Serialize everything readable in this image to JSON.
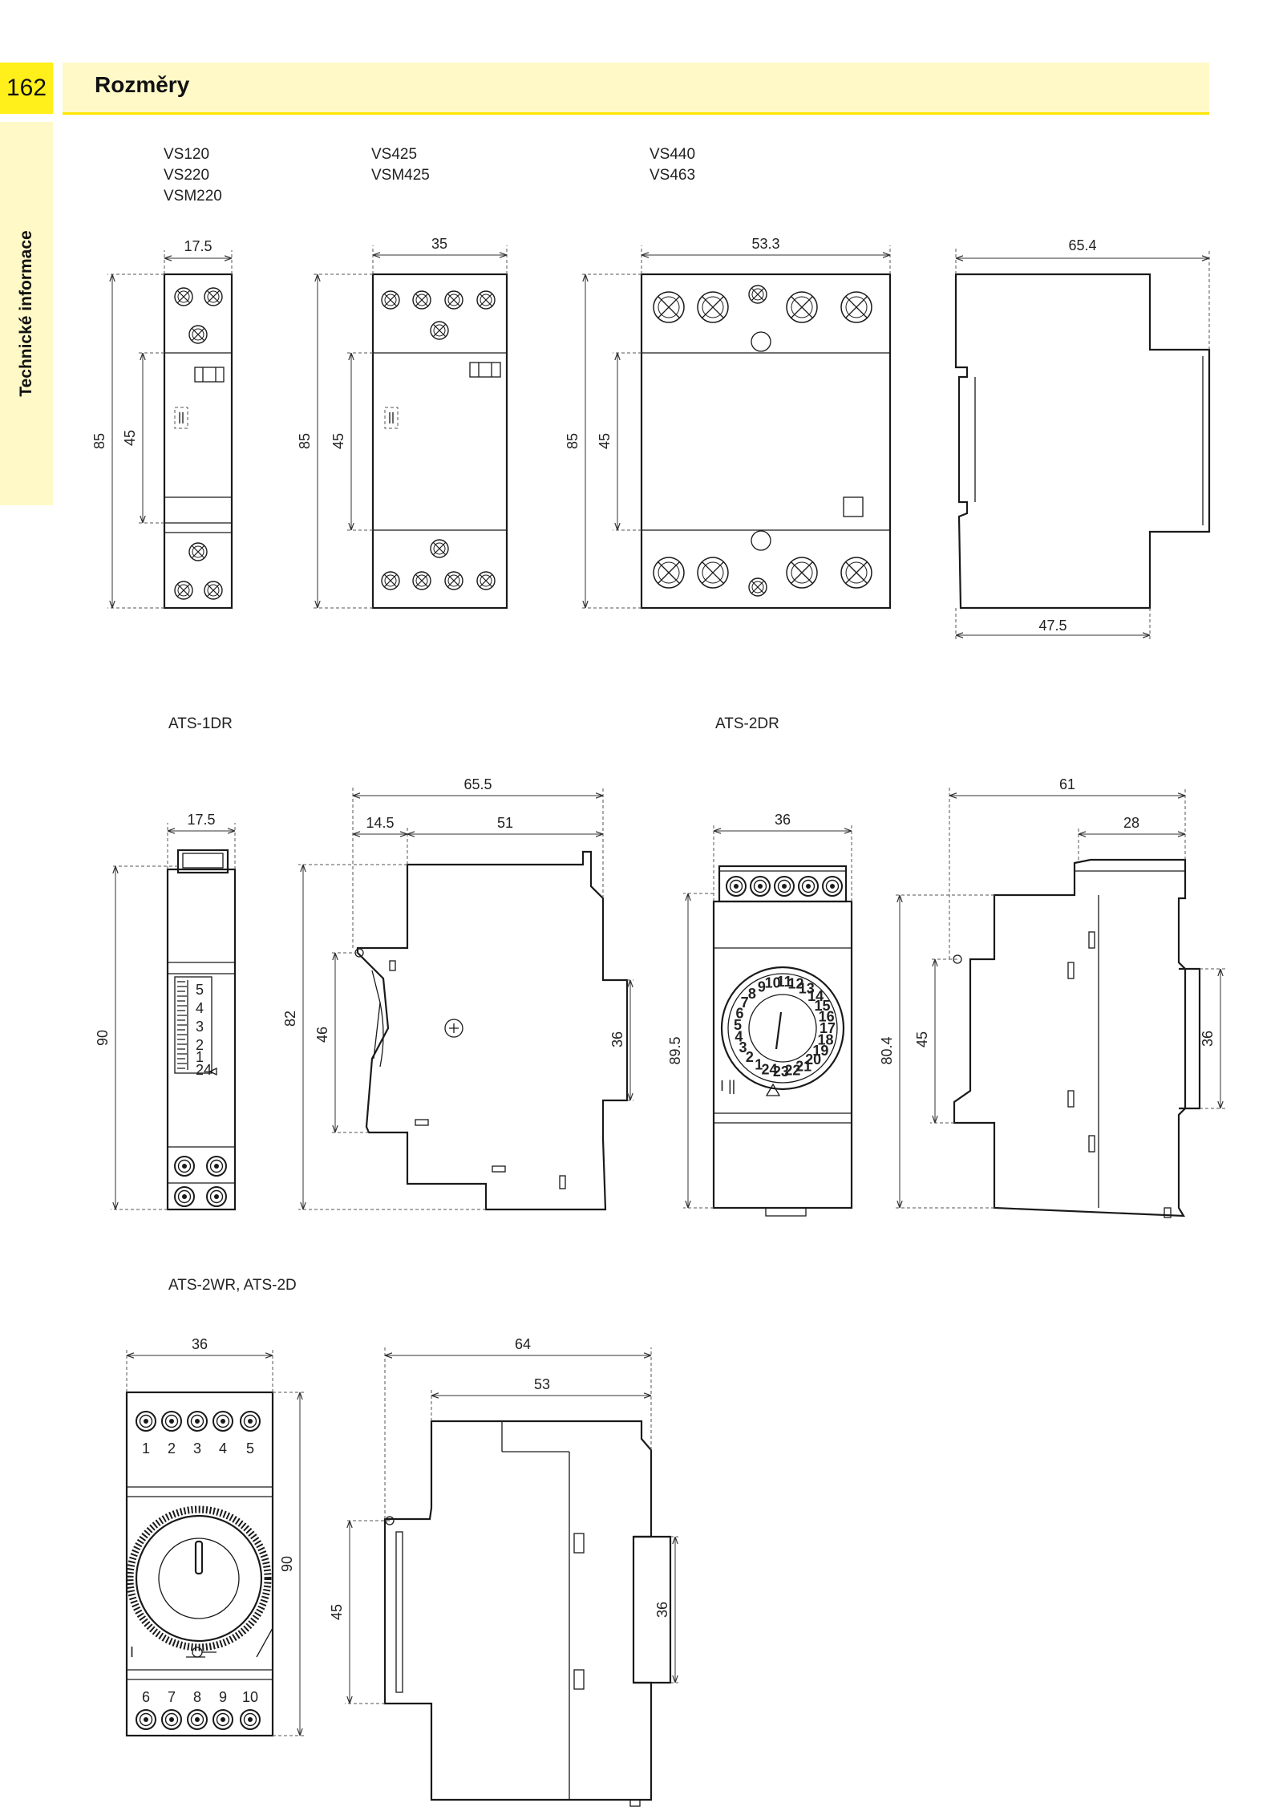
{
  "header": {
    "page_number": "162",
    "title": "Rozměry"
  },
  "sidebar": {
    "label": "Technické informace"
  },
  "groups": [
    {
      "id": "vs120",
      "models": [
        "VS120",
        "VS220",
        "VSM220"
      ]
    },
    {
      "id": "vs425",
      "models": [
        "VS425",
        "VSM425"
      ]
    },
    {
      "id": "vs440",
      "models": [
        "VS440",
        "VS463"
      ]
    },
    {
      "id": "ats1dr",
      "models": [
        "ATS-1DR"
      ]
    },
    {
      "id": "ats2dr",
      "models": [
        "ATS-2DR"
      ]
    },
    {
      "id": "ats2wr",
      "models": [
        "ATS-2WR, ATS-2D"
      ]
    }
  ],
  "dimensions": {
    "vs120": {
      "width": "17.5",
      "height": "85",
      "inner": "45"
    },
    "vs425": {
      "width": "35",
      "height": "85",
      "inner": "45"
    },
    "vs440": {
      "width": "53.3",
      "height": "85",
      "inner": "45"
    },
    "vs_side": {
      "depth": "65.4",
      "base": "47.5"
    },
    "ats1dr_front": {
      "width": "17.5",
      "height": "90"
    },
    "ats1dr_side": {
      "depth": "65.5",
      "front": "14.5",
      "body": "51",
      "height": "82",
      "inner": "46",
      "rail": "36"
    },
    "ats2dr_front": {
      "width": "36",
      "height": "89.5"
    },
    "ats2dr_side": {
      "depth": "61",
      "top": "28",
      "height": "80.4",
      "inner": "45",
      "rail": "36"
    },
    "ats2wr_front": {
      "width": "36",
      "height": "90"
    },
    "ats2wr_side": {
      "depth": "64",
      "top": "53",
      "inner": "45",
      "rail": "36"
    }
  },
  "dial": {
    "ats1dr_scale": [
      "5",
      "4",
      "3",
      "2",
      "1",
      "24"
    ],
    "ats2dr_hours": [
      "1",
      "2",
      "3",
      "4",
      "5",
      "6",
      "7",
      "8",
      "9",
      "10",
      "11",
      "12",
      "13",
      "14",
      "15",
      "16",
      "17",
      "18",
      "19",
      "20",
      "21",
      "22",
      "23",
      "24"
    ],
    "ats2dr_mode": "I ||",
    "ats2wr_mode": "I"
  },
  "terminals": {
    "ats2wr_top": [
      "1",
      "2",
      "3",
      "4",
      "5"
    ],
    "ats2wr_bottom": [
      "6",
      "7",
      "8",
      "9",
      "10"
    ]
  }
}
